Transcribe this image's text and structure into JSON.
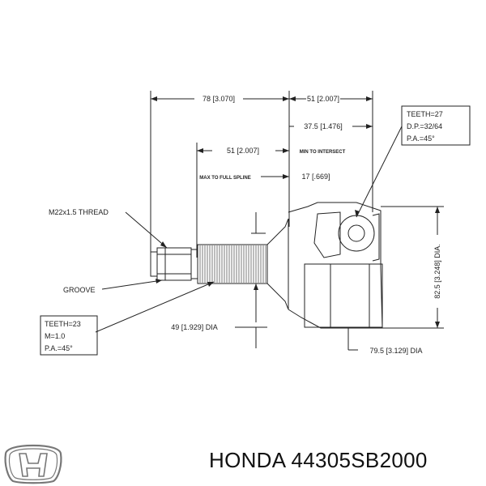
{
  "dimensions": {
    "d1": "78 [3.070]",
    "d2": "51 [2.007]",
    "d3": "37.5 [1.476]",
    "d4": "51 [2.007]",
    "min_intersect": "MIN TO INTERSECT",
    "max_spline": "MAX TO FULL SPLINE",
    "d5": "17 [.669]",
    "d6": "82.5 [3.248] DIA.",
    "d7": "49 [1.929] DIA",
    "d8": "79.5 [3.129] DIA"
  },
  "labels": {
    "thread": "M22x1.5 THREAD",
    "groove": "GROOVE"
  },
  "outer_box": {
    "lines": [
      "TEETH=27",
      "D.P.=32/64",
      "P.A.=45°"
    ]
  },
  "inner_box": {
    "lines": [
      "TEETH=23",
      "M=1.0",
      "P.A.=45°"
    ]
  },
  "caption": "HONDA 44305SB2000",
  "logo": {
    "icon": "honda-logo-icon"
  }
}
